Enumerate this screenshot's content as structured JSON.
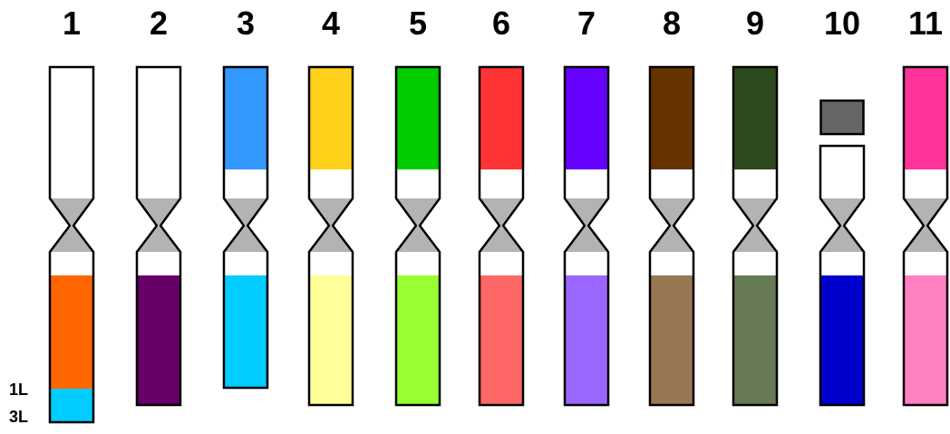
{
  "chromosomes": [
    {
      "number": "1",
      "top_color": "#ffffff",
      "bottom_color": "#ff6600",
      "tail_color": "#00ccff"
    },
    {
      "number": "2",
      "top_color": "#ffffff",
      "bottom_color": "#660066"
    },
    {
      "number": "3",
      "top_color": "#3399ff",
      "bottom_color": "#00ccff"
    },
    {
      "number": "4",
      "top_color": "#ffd11a",
      "bottom_color": "#ffff99"
    },
    {
      "number": "5",
      "top_color": "#00cc00",
      "bottom_color": "#99ff33"
    },
    {
      "number": "6",
      "top_color": "#ff3333",
      "bottom_color": "#ff6666"
    },
    {
      "number": "7",
      "top_color": "#6600ff",
      "bottom_color": "#9966ff"
    },
    {
      "number": "8",
      "top_color": "#663300",
      "bottom_color": "#997755"
    },
    {
      "number": "9",
      "top_color": "#2d4a1e",
      "bottom_color": "#667b55"
    },
    {
      "number": "10",
      "top_color": "#ffffff",
      "detached_color": "#666666",
      "bottom_color": "#0000cc"
    },
    {
      "number": "11",
      "top_color": "#ff3399",
      "bottom_color": "#ff80c0"
    }
  ],
  "labels": {
    "first": "1L",
    "second": "3L"
  },
  "colors": {
    "outline": "#000000",
    "centromere": "#b3b3b3",
    "band": "#ffffff"
  }
}
